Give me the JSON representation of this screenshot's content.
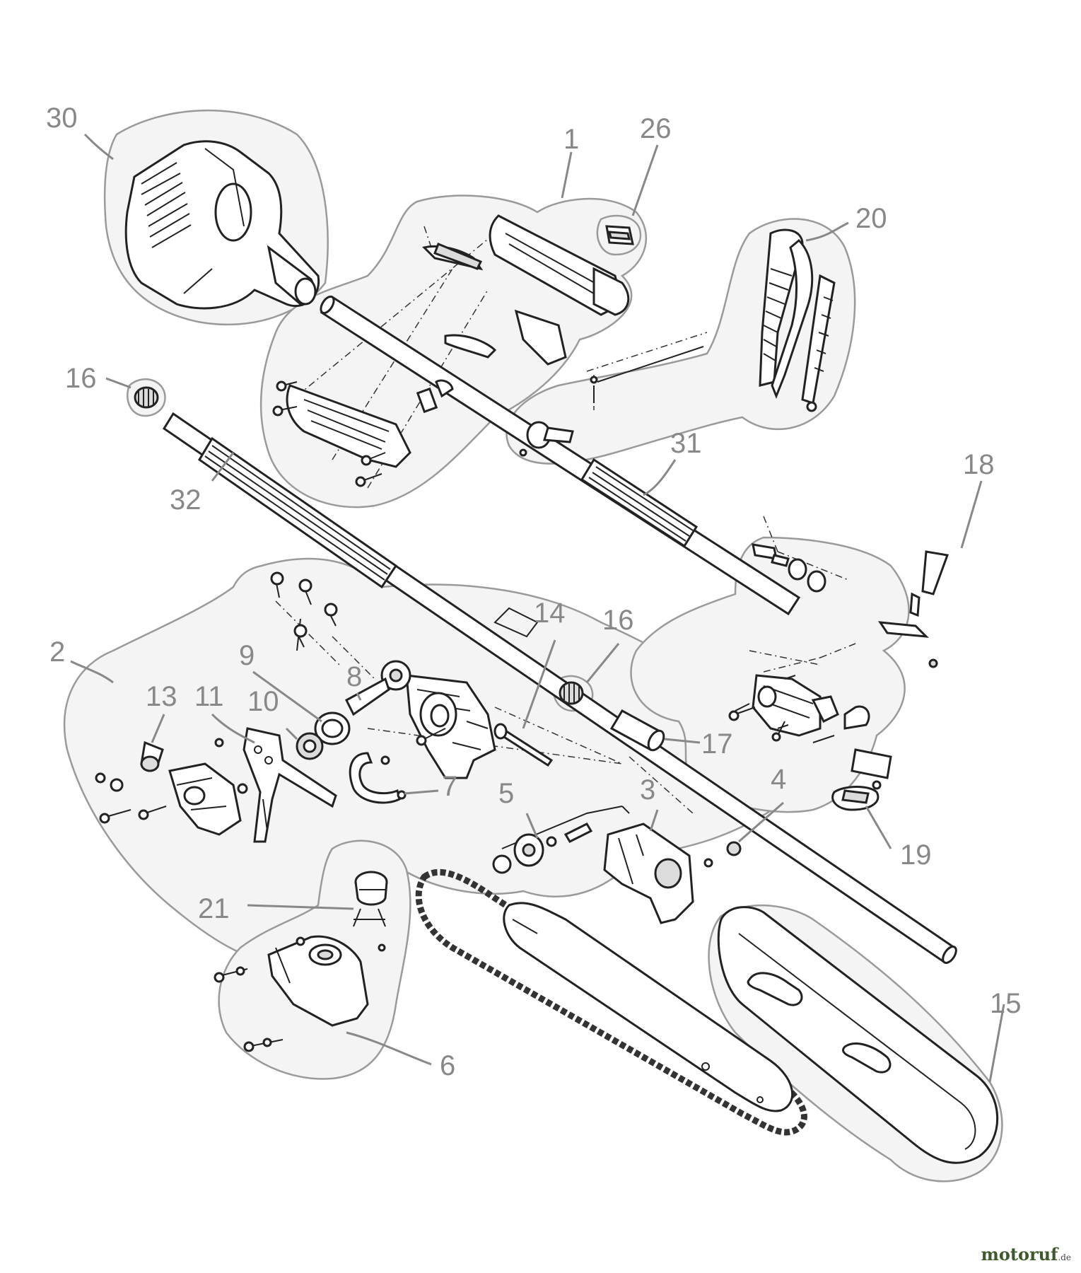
{
  "labels": {
    "p1": "1",
    "p2": "2",
    "p3": "3",
    "p4": "4",
    "p5": "5",
    "p6": "6",
    "p7": "7",
    "p8": "8",
    "p9": "9",
    "p10": "10",
    "p11": "11",
    "p13": "13",
    "p14": "14",
    "p15": "15",
    "p16a": "16",
    "p16b": "16",
    "p17": "17",
    "p18": "18",
    "p19": "19",
    "p20": "20",
    "p21": "21",
    "p26": "26",
    "p30": "30",
    "p31": "31",
    "p32": "32"
  },
  "watermark": {
    "main": "motoruf",
    "suffix": ".de"
  },
  "colors": {
    "label": "#888888",
    "halo_fill": "#f4f4f4",
    "halo_stroke": "#9a9a9a",
    "line": "#222222"
  }
}
